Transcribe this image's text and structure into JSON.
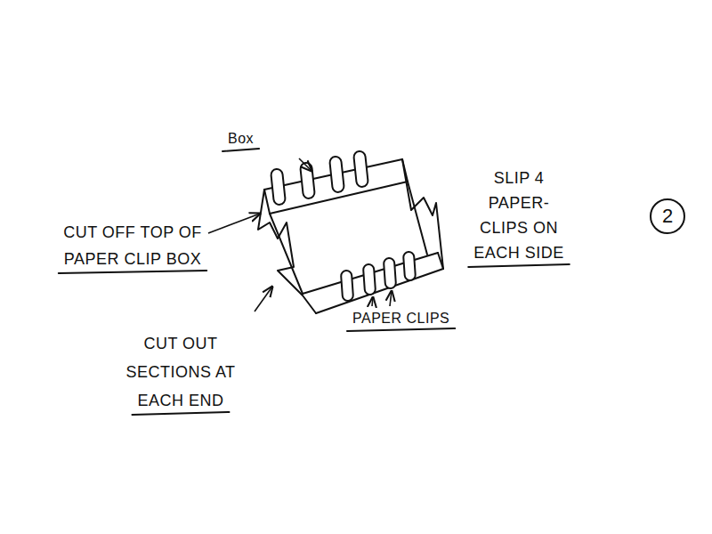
{
  "diagram": {
    "nodes": [
      {
        "text": [
          "2"
        ]
      }
    ],
    "labels": [
      "Box",
      "CUT OFF TOP OF PAPER CLIP BOX",
      "CUT OUT SECTIONS AT EACH END",
      "PAPER CLIPS",
      "SLIP 4 PAPER-CLIPS ON EACH SIDE"
    ]
  }
}
